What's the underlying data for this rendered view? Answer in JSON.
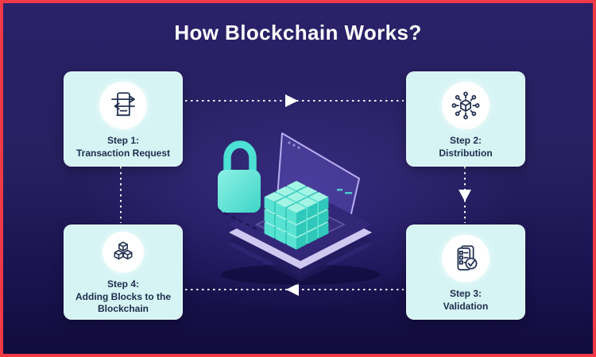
{
  "title": "How Blockchain Works?",
  "steps": [
    {
      "step": "Step 1:",
      "name": "Transaction Request",
      "icon": "transaction-request-icon"
    },
    {
      "step": "Step 2:",
      "name": "Distribution",
      "icon": "distribution-icon"
    },
    {
      "step": "Step 3:",
      "name": "Validation",
      "icon": "validation-icon"
    },
    {
      "step": "Step 4:",
      "name": "Adding Blocks to the Blockchain",
      "icon": "blocks-stack-icon"
    }
  ],
  "flow_arrows": [
    {
      "from": "step-1",
      "to": "step-2",
      "direction": "right"
    },
    {
      "from": "step-2",
      "to": "step-3",
      "direction": "down"
    },
    {
      "from": "step-3",
      "to": "step-4",
      "direction": "left"
    },
    {
      "from": "step-4",
      "to": "step-1",
      "direction": "up"
    }
  ],
  "illustration": {
    "name": "laptop-with-padlock-and-blockchain-cube",
    "elements": [
      "padlock",
      "laptop-screen",
      "laptop-base",
      "blockchain-cube"
    ],
    "cube_colors": {
      "top": "#a3f4e4",
      "left": "#58e2d2",
      "right": "#2fc8ba"
    }
  },
  "colors": {
    "border": "#f23a47",
    "card_bg": "#d6f4f4",
    "card_text": "#1d2c4d",
    "arrow": "#ffffff",
    "accent_teal": "#55e3d6",
    "background_top": "#2a2169",
    "background_bottom": "#120b3c"
  }
}
